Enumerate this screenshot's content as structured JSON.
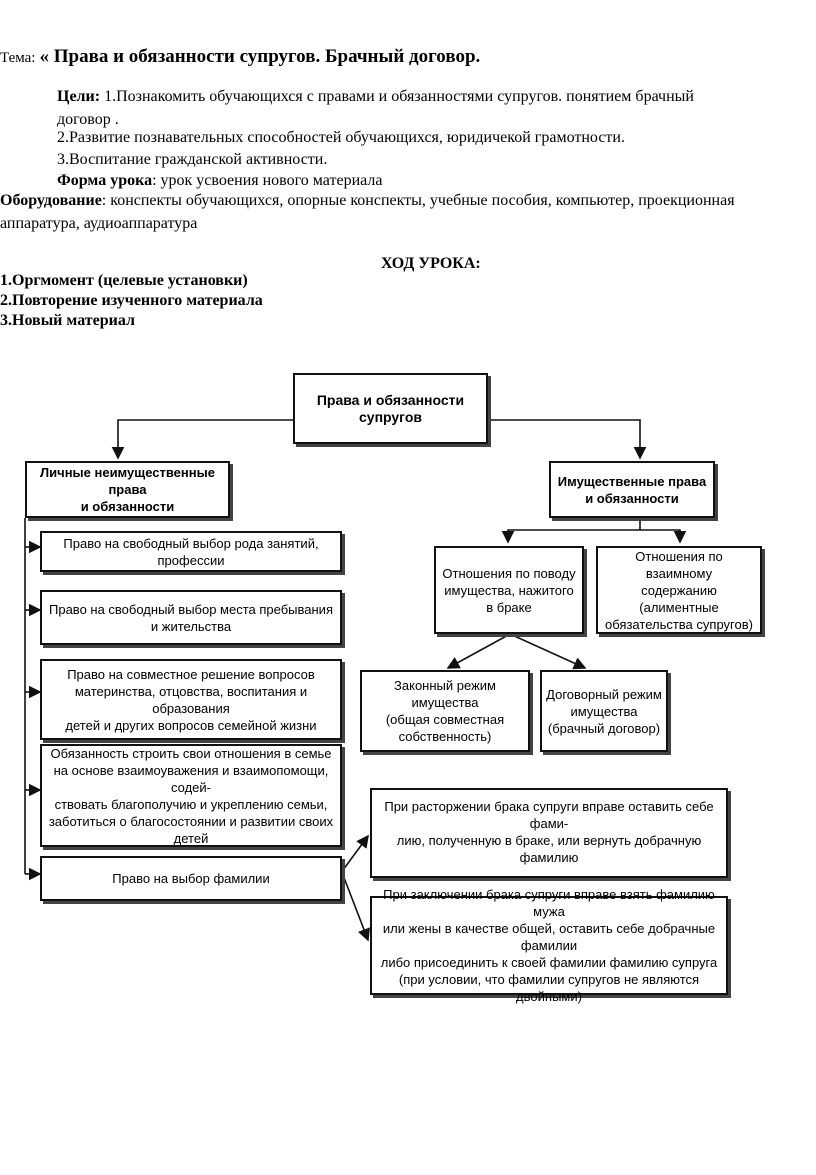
{
  "header": {
    "topic_label": "Тема:",
    "topic_title": "« Права и обязанности супругов. Брачный договор.",
    "goals_label": "Цели:",
    "goal1_line1": "1.Познакомить обучающихся  с правами  и обязанностями супругов. понятием брачный",
    "goal1_line2": "договор .",
    "goal2": "2.Развитие познавательных способностей обучающихся, юридичекой грамотности.",
    "goal3": "3.Воспитание гражданской активности.",
    "form_label": "Форма урока",
    "form_value": ": урок усвоения нового материала",
    "equipment_label": "Оборудование",
    "equipment_line1": ": конспекты обучающихся, опорные конспекты, учебные пособия, компьютер, проекционная",
    "equipment_line2": "аппаратура, аудиоаппаратура"
  },
  "lesson": {
    "heading": "ХОД УРОКА:",
    "steps": [
      "1.Оргмомент (целевые установки)",
      "2.Повторение изученного материала",
      "3.Новый материал"
    ]
  },
  "diagram": {
    "root": "Права и обязанности\nсупругов",
    "left_head": "Личные неимущественные права\nи обязанности",
    "right_head": "Имущественные права\nи обязанности",
    "left_items": [
      "Право на свободный выбор рода занятий, профессии",
      "Право на свободный выбор места пребывания\nи жительства",
      "Право на совместное решение вопросов\nматеринства, отцовства, воспитания и образования\nдетей и других вопросов семейной жизни",
      "Обязанность строить свои отношения в семье\nна основе взаимоуважения и взаимопомощи, содей-\nствовать благополучию и укреплению семьи,\nзаботиться о благосостоянии и развитии своих детей",
      "Право на выбор фамилии"
    ],
    "property_relations": "Отношения по поводу\nимущества, нажитого\nв браке",
    "maintenance": "Отношения по взаимному\nсодержанию (алиментные\nобязательства супругов)",
    "legal_regime": "Законный режим имущества\n(общая совместная\nсобственность)",
    "contract_regime": "Договорный режим\nимущества\n(брачный договор)",
    "divorce_surname": "При расторжении брака супруги вправе оставить себе фами-\nлию, полученную в браке, или вернуть добрачную фамилию",
    "marriage_surname": "При заключении брака супруги вправе взять фамилию мужа\nили жены в качестве общей, оставить себе добрачные фамилии\nлибо присоединить к своей фамилии фамилию супруга\n(при условии, что фамилии супругов не являются двойными)"
  }
}
